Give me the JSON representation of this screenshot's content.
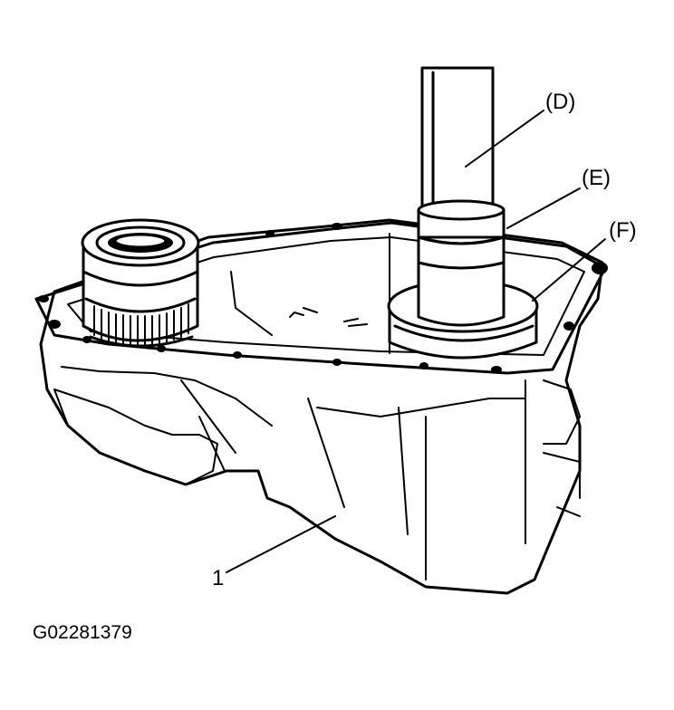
{
  "labels": {
    "d": "(D)",
    "e": "(E)",
    "f": "(F)",
    "part1": "1"
  },
  "figure_code": "G02281379"
}
